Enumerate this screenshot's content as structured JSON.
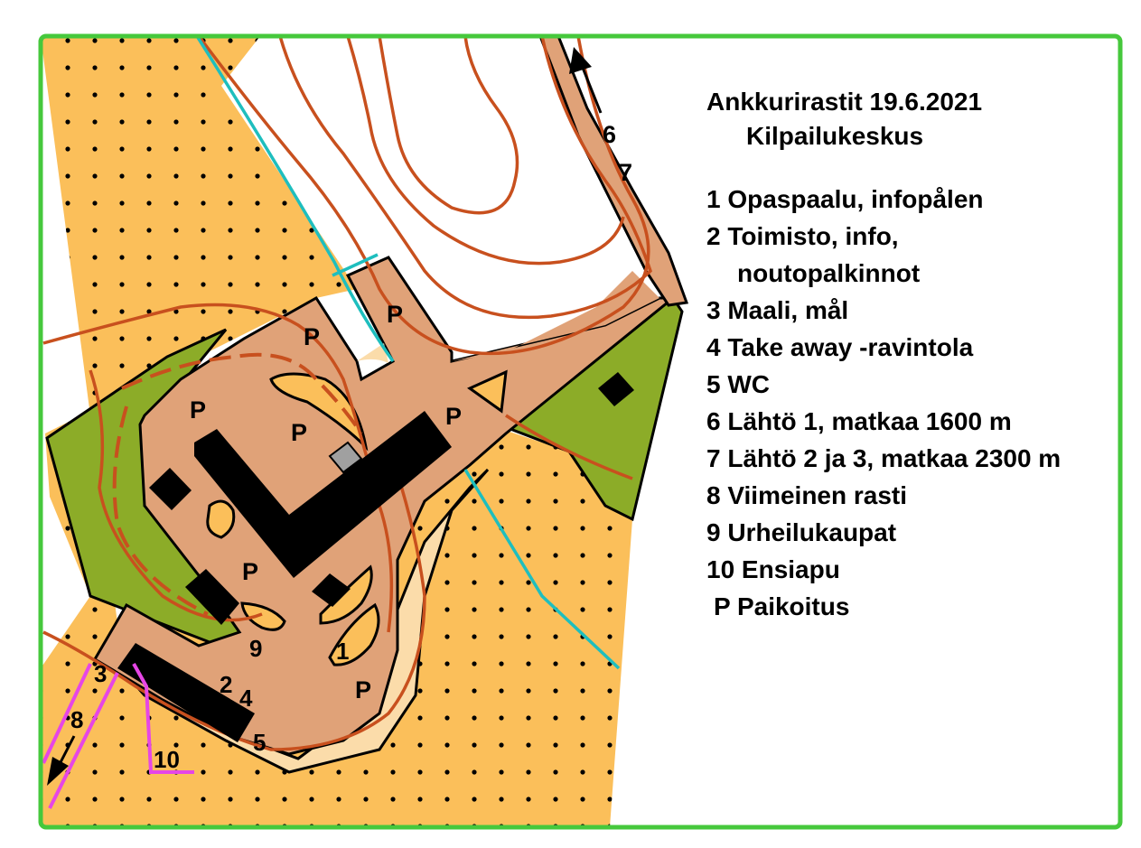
{
  "legend": {
    "title": "Ankkurirastit 19.6.2021",
    "subtitle": "Kilpailukeskus",
    "items": [
      "1 Opaspaalu, infopålen",
      "2 Toimisto, info,",
      "noutopalkinnot",
      "3 Maali, mål",
      "4 Take away -ravintola",
      "5 WC",
      "6 Lähtö 1, matkaa 1600 m",
      "7 Lähtö 2 ja 3, matkaa 2300 m",
      "8 Viimeinen rasti",
      "9 Urheilukaupat",
      "10 Ensiapu",
      "P Paikoitus"
    ]
  },
  "map": {
    "labels": {
      "start_6": "6",
      "start_7": "7",
      "infopost_1": "1",
      "office_2": "2",
      "finish_3": "3",
      "takeaway_4": "4",
      "wc_5": "5",
      "last_control_8": "8",
      "sport_shops_9": "9",
      "first_aid_10": "10",
      "parking": "P"
    },
    "colors": {
      "frame": "#46c83c",
      "open_land": "#fbbf5a",
      "paved_area": "#e0a278",
      "light_area": "#fbdcaa",
      "vegetation": "#8cac28",
      "building": "#000000",
      "contour": "#c8501e",
      "stream": "#1ebebe",
      "course": "#e646e6",
      "small_building": "#a0a0a0"
    }
  }
}
